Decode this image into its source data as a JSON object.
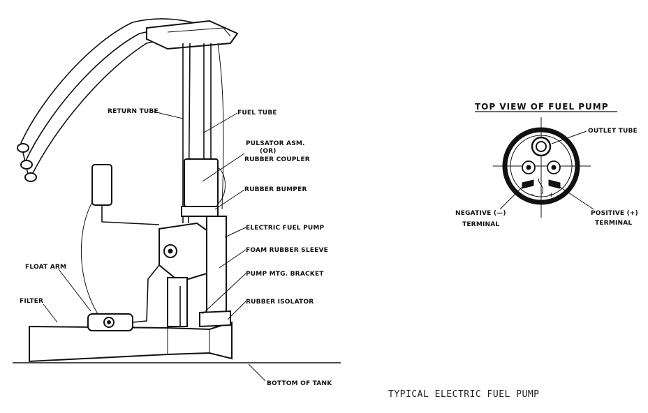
{
  "labels": {
    "return_tube": "RETURN TUBE",
    "fuel_tube": "FUEL TUBE",
    "pulsator_1": "PULSATOR ASM.",
    "pulsator_2": "(OR)",
    "pulsator_3": "RUBBER COUPLER",
    "rubber_bumper": "RUBBER BUMPER",
    "electric_fuel_pump": "ELECTRIC FUEL PUMP",
    "foam_rubber_sleeve": "FOAM RUBBER SLEEVE",
    "pump_mtg_bracket": "PUMP MTG. BRACKET",
    "float_arm": "FLOAT ARM",
    "filter": "FILTER",
    "rubber_isolator": "RUBBER ISOLATOR",
    "bottom_of_tank": "BOTTOM OF TANK"
  },
  "top_view": {
    "title": "TOP VIEW OF FUEL PUMP",
    "outlet_tube": "OUTLET TUBE",
    "negative_1": "NEGATIVE (—)",
    "negative_2": "TERMINAL",
    "positive_1": "POSITIVE (+)",
    "positive_2": "TERMINAL",
    "minus_sign": "−",
    "plus_sign": "+"
  },
  "caption": "TYPICAL ELECTRIC FUEL PUMP"
}
